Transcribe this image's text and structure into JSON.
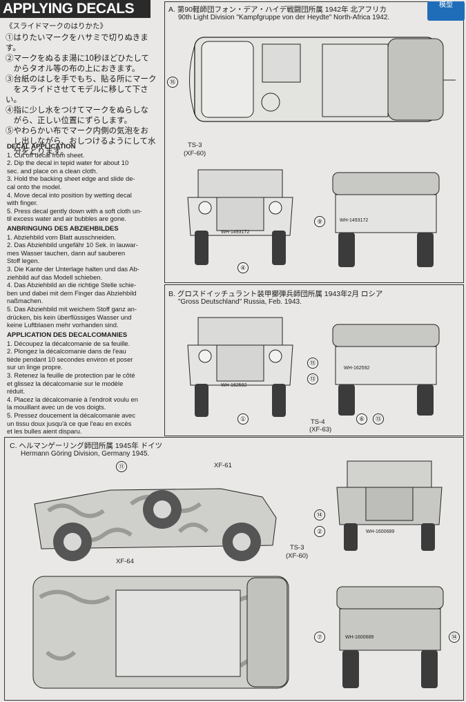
{
  "left": {
    "title": "APPLYING DECALS",
    "jp_heading": "《スライドマークのはりかた》",
    "jp_steps": [
      "①はりたいマークをハサミで切りぬきます。",
      "②マークをぬるま湯に10秒ほどひたして",
      "　からタオル等の布の上におきます。",
      "③台紙のはしを手でもち、貼る所にマーク",
      "　をスライドさせてモデルに移して下さい。",
      "④指に少し水をつけてマークをぬらしな",
      "　がら、正しい位置にずらします。",
      "⑤やわらかい布でマーク内側の気泡をお",
      "　し出しながら、おしつけるようにして水",
      "　分をとります。"
    ],
    "en": {
      "heading": "DECAL APPLICATION",
      "body": [
        "1. Cut off decal from sheet.",
        "2. Dip the decal in tepid water for about 10",
        "sec. and place on a clean cloth.",
        "3. Hold the backing sheet edge and slide de-",
        "cal onto the model.",
        "4. Move decal into position by wetting decal",
        "with finger.",
        "5. Press decal gently down with a soft cloth un-",
        "til excess water and air bubbles are gone."
      ]
    },
    "de": {
      "heading": "ANBRINGUNG DES ABZIEHBILDES",
      "body": [
        "1. Abziehbild vom Blatt ausschneiden.",
        "2. Das Abziehbild ungefähr 10 Sek. in lauwar-",
        "mes Wasser tauchen, dann auf sauberen",
        "Stoff legen.",
        "3. Die Kante der Unterlage halten und das Ab-",
        "ziehbild auf das Modell schieben.",
        "4. Das Abziehbild an die richtige Stelle schie-",
        "ben und dabei mit dem Finger das Abziehbild",
        "naßmachen.",
        "5. Das Abziehbild mit weichem Stoff ganz an-",
        "drücken, bis kein überflüssiges Wasser und",
        "keine Luftblasen mehr vorhanden sind."
      ]
    },
    "fr": {
      "heading": "APPLICATION DES DECALCOMANIES",
      "body": [
        "1. Découpez la décalcomanie de sa feuille.",
        "2. Plongez la décalcomanie dans de l'eau",
        "tiède pendant 10 secondes environ et poser",
        "sur un linge propre.",
        "3. Retenez la feuille de protection par le côté",
        "et glissez la décalcomanie sur le modèle",
        "réduit.",
        "4. Placez la décalcomanie à l'endroit voulu en",
        "la mouillant avec un de vos doigts.",
        "5. Pressez doucement la décalcomanie avec",
        "un tissu doux jusqu'à ce que l'eau en excès",
        "et les bulles aient disparu."
      ]
    }
  },
  "sections": {
    "A": {
      "title": "A. 第90軽師団フォン・デア・ハイデ戦闘団所属 1942年 北アフリカ",
      "subtitle": "90th Light Division \"Kampfgruppe von der Heydte\" North-Africa 1942.",
      "paint": [
        "TS-3",
        "(XF-60)"
      ],
      "plates": [
        "WH-1493172",
        "WH-1493172"
      ],
      "callouts": [
        "⑯",
        "④",
        "⑨"
      ]
    },
    "B": {
      "title": "B. グロスドイッチュラント装甲擲弾兵師団所属 1943年2月 ロシア",
      "subtitle": "\"Gross Deutschland\" Russia, Feb. 1943.",
      "paint": [
        "TS-4",
        "(XF-63)"
      ],
      "plates": [
        "WH-162592",
        "WH-162592"
      ],
      "callouts": [
        "⑮",
        "⑬",
        "①",
        "⑥",
        "⑬"
      ]
    },
    "C": {
      "title": "C. ヘルマンゲーリング師団所属 1945年 ドイツ",
      "subtitle": "Hermann Göring Division, Germany 1945.",
      "paint": [
        "TS-3",
        "(XF-60)"
      ],
      "labels": [
        "XF-61",
        "XF-64"
      ],
      "plates": [
        "WH-1600689",
        "WH-1600689"
      ],
      "callouts": [
        "⑪",
        "⑭",
        "②",
        "⑦",
        "⑭"
      ]
    }
  },
  "watermark": "模型"
}
